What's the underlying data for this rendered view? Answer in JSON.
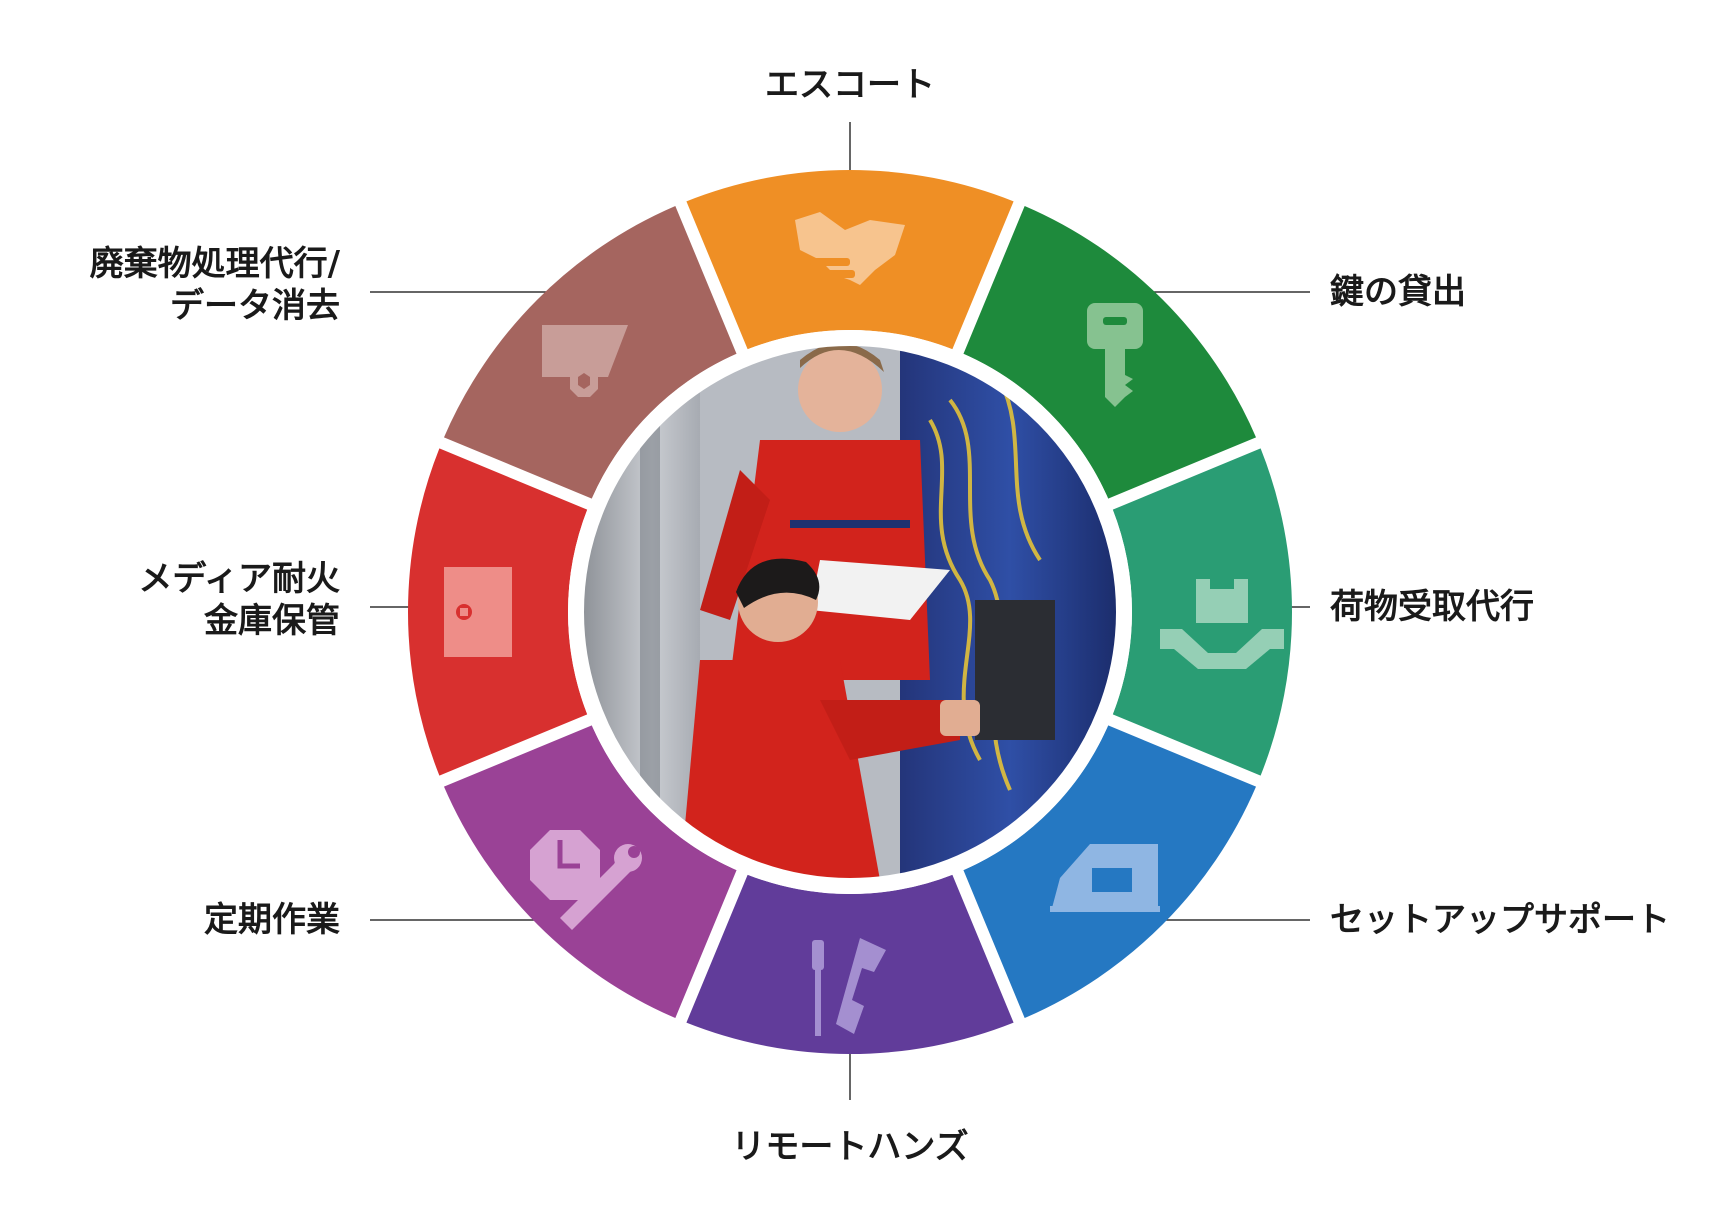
{
  "diagram": {
    "center_image": "photo-technicians-in-server-room",
    "gap_color": "#ffffff",
    "leader_color": "#333333",
    "segments": [
      {
        "id": "escort",
        "label": [
          "エスコート"
        ],
        "color": "#ef8f25",
        "icon": "handshake-icon"
      },
      {
        "id": "key",
        "label": [
          "鍵の貸出"
        ],
        "color": "#1e8a3c",
        "icon": "key-icon"
      },
      {
        "id": "package",
        "label": [
          "荷物受取代行"
        ],
        "color": "#2a9d74",
        "icon": "package-receive-icon"
      },
      {
        "id": "setup",
        "label": [
          "セットアップサポート"
        ],
        "color": "#2578c2",
        "icon": "server-setup-icon"
      },
      {
        "id": "remote",
        "label": [
          "リモートハンズ"
        ],
        "color": "#613c9a",
        "icon": "screwdriver-phone-icon"
      },
      {
        "id": "periodic",
        "label": [
          "定期作業"
        ],
        "color": "#9a4296",
        "icon": "clock-wrench-icon"
      },
      {
        "id": "media",
        "label": [
          "メディア耐火",
          "金庫保管"
        ],
        "color": "#d8302f",
        "icon": "safe-icon"
      },
      {
        "id": "disposal",
        "label": [
          "廃棄物処理代行/",
          "データ消去"
        ],
        "color": "#a5655f",
        "icon": "cart-icon"
      }
    ]
  }
}
